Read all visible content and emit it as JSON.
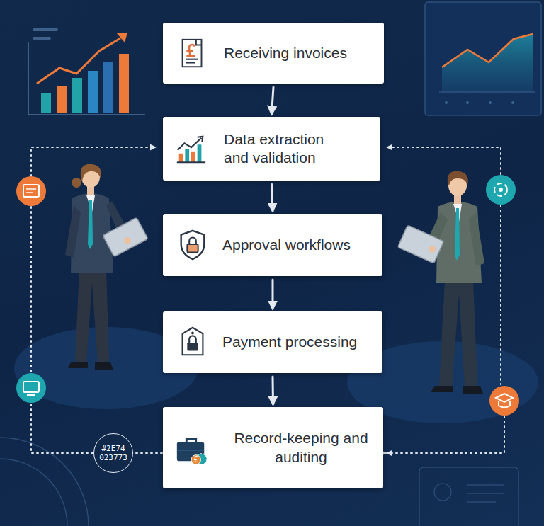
{
  "diagram": {
    "nodes": [
      {
        "text": [
          "Receiving invoices"
        ]
      },
      {
        "text": [
          "Data extraction and validation"
        ]
      },
      {
        "text": [
          "Approval workflows"
        ]
      },
      {
        "text": [
          "Payment processing"
        ]
      },
      {
        "text": [
          "Record-keeping and auditing"
        ]
      },
      {
        "text": [
          "#2E74 023773"
        ]
      }
    ],
    "edges": [
      {
        "from": 0,
        "to": 1,
        "arrow": "to"
      },
      {
        "from": 1,
        "to": 2,
        "arrow": "to"
      },
      {
        "from": 2,
        "to": 3,
        "arrow": "to"
      },
      {
        "from": 3,
        "to": 4,
        "arrow": "to"
      },
      {
        "from": 5,
        "to": 4,
        "arrow": "to"
      }
    ]
  }
}
